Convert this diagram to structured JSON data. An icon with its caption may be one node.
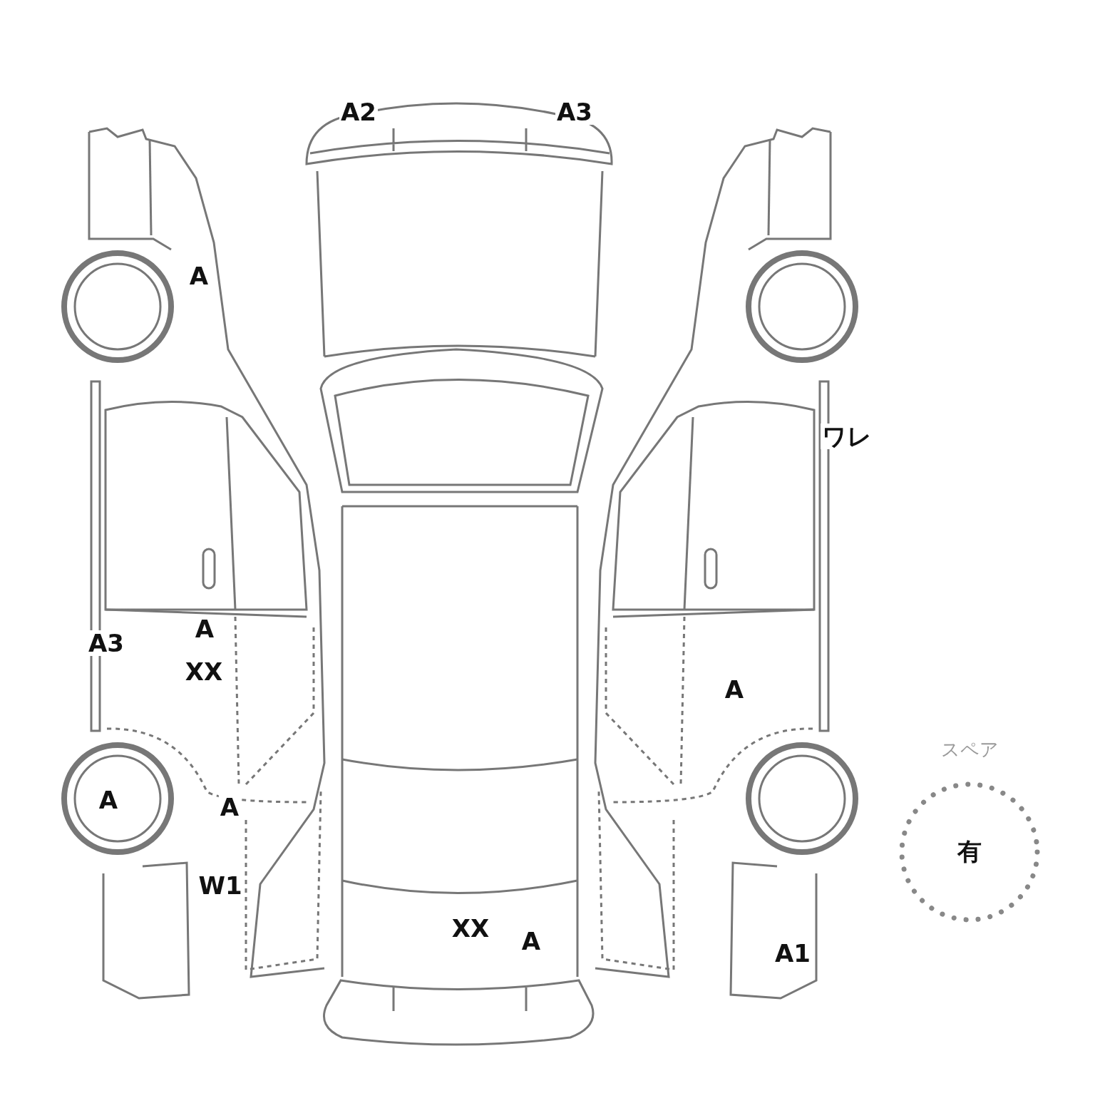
{
  "diagram": {
    "nodes": [
      {
        "text": [
          "スペア",
          "有"
        ]
      }
    ],
    "edges": [],
    "labels": [
      "A2",
      "A3",
      "A",
      "ワレ",
      "A",
      "A3",
      "XX",
      "A",
      "A",
      "A",
      "W1",
      "XX",
      "A",
      "A1"
    ]
  }
}
